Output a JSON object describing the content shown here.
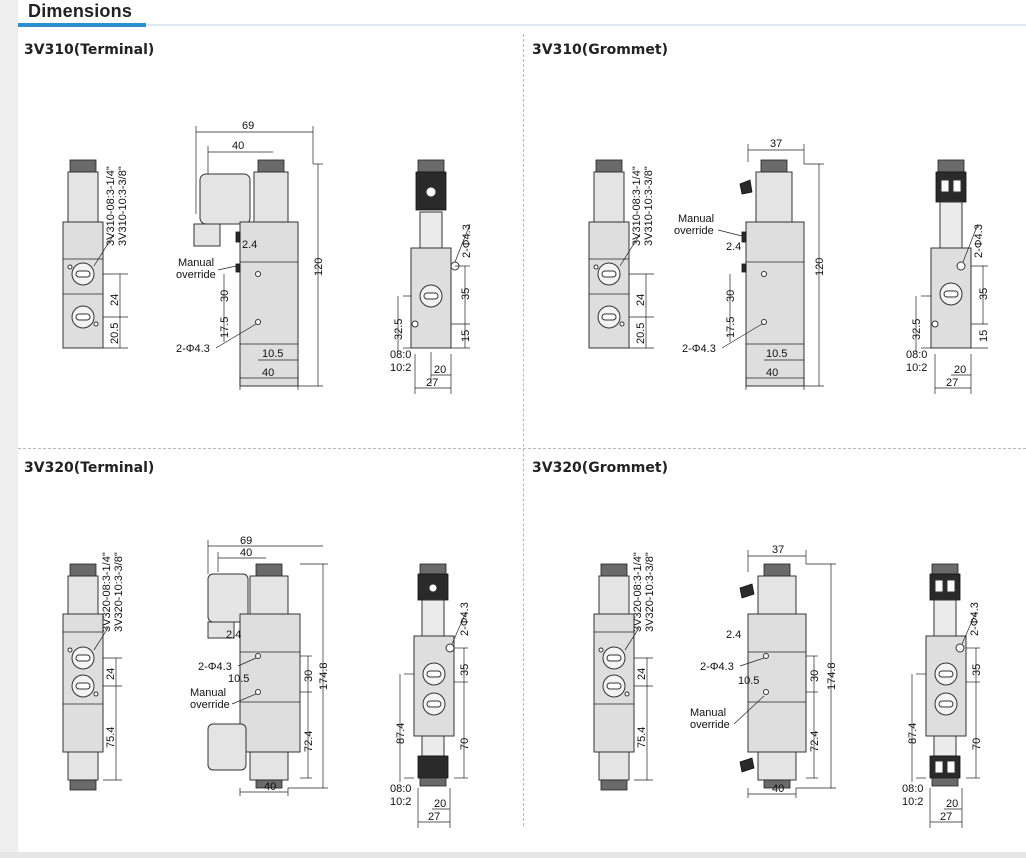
{
  "page": {
    "title": "Dimensions",
    "accent_color": "#2e8fd0"
  },
  "panels": [
    {
      "title": "3V310(Terminal)",
      "port_labels": [
        "3V310-08:3-1/4\"",
        "3V310-10:3-3/8\""
      ],
      "manual_override": [
        "Manual",
        "override"
      ],
      "hole_label": "2-Φ4.3",
      "dims": {
        "front_24": "24",
        "front_20_5": "20.5",
        "side_69": "69",
        "side_40_top": "40",
        "side_2_4": "2.4",
        "side_120": "120",
        "side_30": "30",
        "side_17_5": "17.5",
        "side_10_5": "10.5",
        "side_40_bottom": "40",
        "end_35": "35",
        "end_32_5": "32.5",
        "end_15": "15",
        "end_08": "08:0",
        "end_10": "10:2",
        "end_20": "20",
        "end_27": "27"
      }
    },
    {
      "title": "3V310(Grommet)",
      "port_labels": [
        "3V310-08:3-1/4\"",
        "3V310-10:3-3/8\""
      ],
      "manual_override": [
        "Manual",
        "override"
      ],
      "hole_label": "2-Φ4.3",
      "dims": {
        "front_24": "24",
        "front_20_5": "20.5",
        "side_37": "37",
        "side_2_4": "2.4",
        "side_120": "120",
        "side_30": "30",
        "side_17_5": "17.5",
        "side_10_5": "10.5",
        "side_40_bottom": "40",
        "end_35": "35",
        "end_32_5": "32.5",
        "end_15": "15",
        "end_08": "08:0",
        "end_10": "10:2",
        "end_20": "20",
        "end_27": "27"
      }
    },
    {
      "title": "3V320(Terminal)",
      "port_labels": [
        "3V320-08:3-1/4\"",
        "3V320-10:3-3/8\""
      ],
      "manual_override": [
        "Manual",
        "override"
      ],
      "hole_label": "2-Φ4.3",
      "dims": {
        "front_24": "24",
        "front_75_4": "75.4",
        "side_69": "69",
        "side_40_top": "40",
        "side_2_4": "2.4",
        "side_10_5": "10.5",
        "side_30": "30",
        "side_174_8": "174.8",
        "side_72_4": "72.4",
        "side_40_bottom": "40",
        "end_35": "35",
        "end_87_4": "87.4",
        "end_70": "70",
        "end_08": "08:0",
        "end_10": "10:2",
        "end_20": "20",
        "end_27": "27"
      }
    },
    {
      "title": "3V320(Grommet)",
      "port_labels": [
        "3V320-08:3-1/4\"",
        "3V320-10:3-3/8\""
      ],
      "manual_override": [
        "Manual",
        "override"
      ],
      "hole_label": "2-Φ4.3",
      "dims": {
        "front_24": "24",
        "front_75_4": "75.4",
        "side_37": "37",
        "side_2_4": "2.4",
        "side_10_5": "10.5",
        "side_30": "30",
        "side_174_8": "174.8",
        "side_72_4": "72.4",
        "side_40_bottom": "40",
        "end_35": "35",
        "end_87_4": "87.4",
        "end_70": "70",
        "end_08": "08:0",
        "end_10": "10:2",
        "end_20": "20",
        "end_27": "27"
      }
    }
  ]
}
